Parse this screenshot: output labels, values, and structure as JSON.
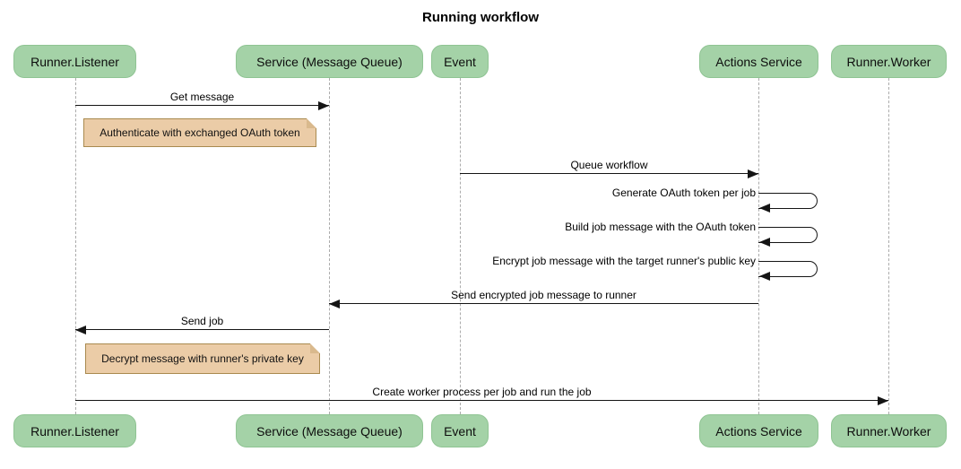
{
  "title": "Running workflow",
  "diagram_type": "sequence",
  "actors": [
    {
      "id": "runner-listener",
      "label": "Runner.Listener"
    },
    {
      "id": "service-mq",
      "label": "Service (Message Queue)"
    },
    {
      "id": "event",
      "label": "Event"
    },
    {
      "id": "actions-service",
      "label": "Actions Service"
    },
    {
      "id": "runner-worker",
      "label": "Runner.Worker"
    }
  ],
  "messages": [
    {
      "type": "arrow",
      "direction": "right",
      "from": "Runner.Listener",
      "to": "Service (Message Queue)",
      "label": "Get message"
    },
    {
      "type": "note",
      "position": "right of Runner.Listener",
      "label": "Authenticate with exchanged OAuth token"
    },
    {
      "type": "arrow",
      "direction": "right",
      "from": "Event",
      "to": "Actions Service",
      "label": "Queue workflow"
    },
    {
      "type": "self",
      "actor": "Actions Service",
      "label": "Generate OAuth token per job"
    },
    {
      "type": "self",
      "actor": "Actions Service",
      "label": "Build job message with the OAuth token"
    },
    {
      "type": "self",
      "actor": "Actions Service",
      "label": "Encrypt job message with the target runner's public key"
    },
    {
      "type": "arrow",
      "direction": "left",
      "from": "Actions Service",
      "to": "Service (Message Queue)",
      "label": "Send encrypted job message to runner"
    },
    {
      "type": "arrow",
      "direction": "left",
      "from": "Service (Message Queue)",
      "to": "Runner.Listener",
      "label": "Send job"
    },
    {
      "type": "note",
      "position": "right of Runner.Listener",
      "label": "Decrypt message with runner's private key"
    },
    {
      "type": "arrow",
      "direction": "right",
      "from": "Runner.Listener",
      "to": "Runner.Worker",
      "label": "Create worker process per job and run the job"
    }
  ],
  "colors": {
    "background": "#ffffff",
    "actor_fill": "#a4d2a7",
    "actor_border": "#8fc493",
    "note_fill": "#ebcca7",
    "note_border": "#a98a4f",
    "lifeline": "#ababab",
    "arrow": "#151515",
    "text": "#000000"
  }
}
